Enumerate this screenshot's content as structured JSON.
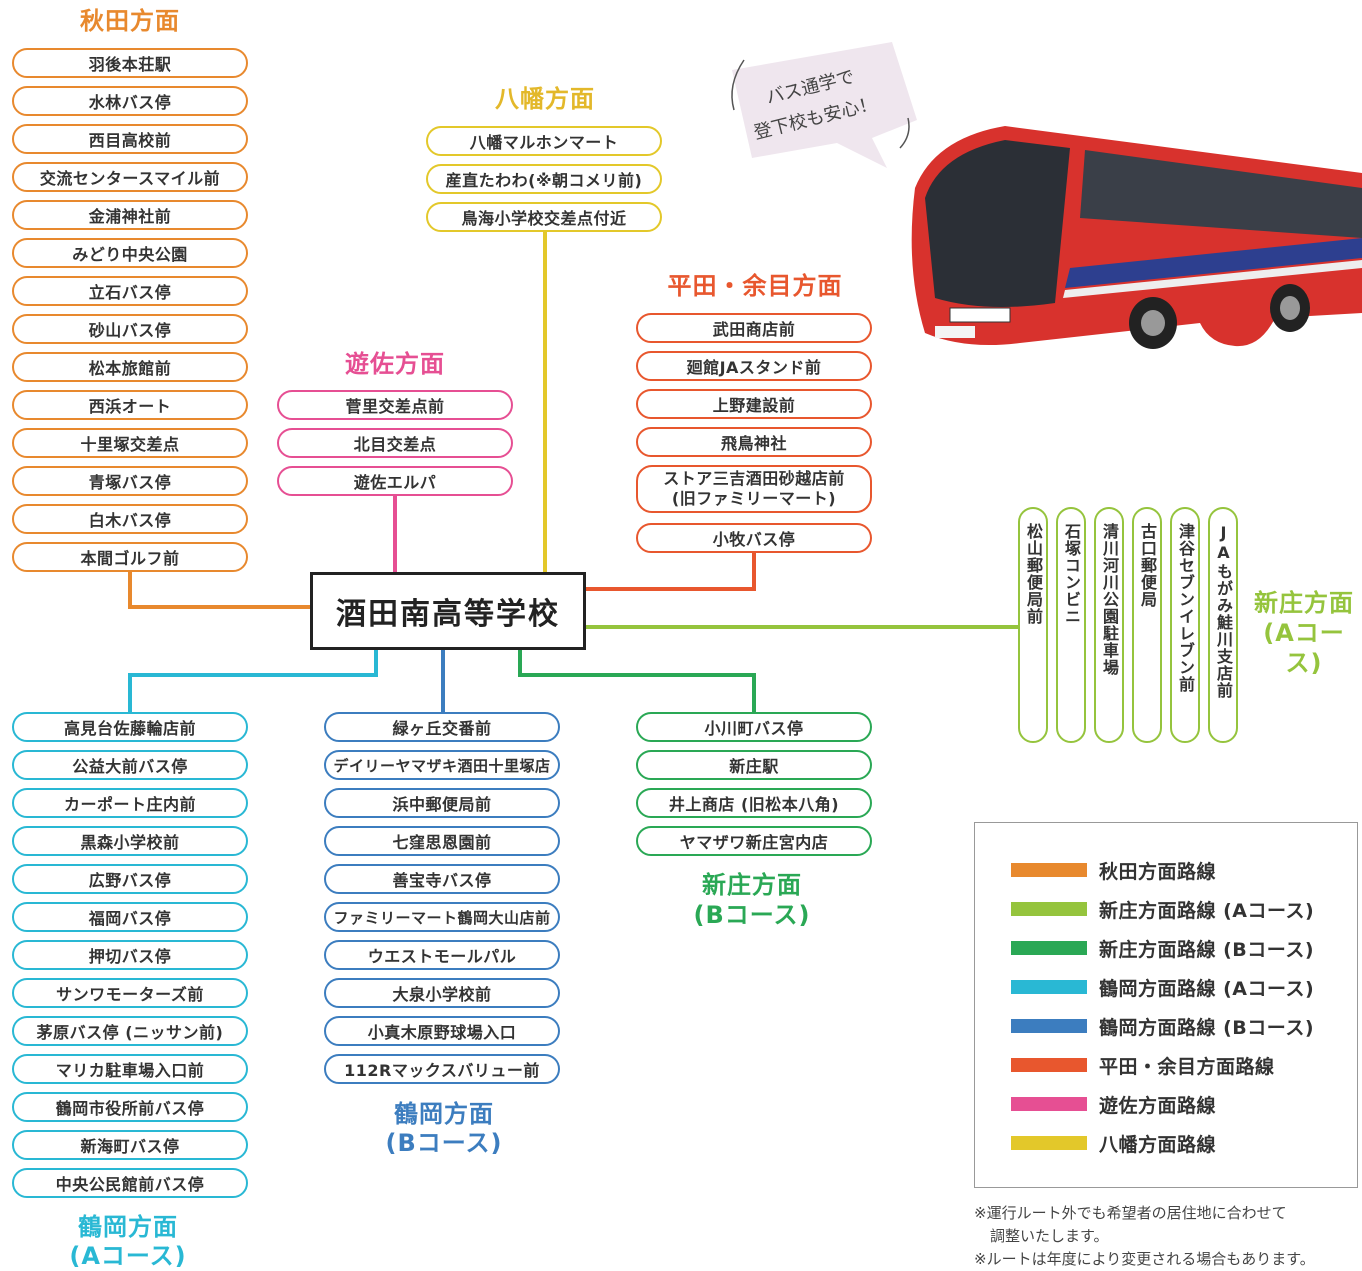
{
  "colors": {
    "akita": "#e8892e",
    "shinjo_a": "#95c43d",
    "shinjo_b": "#2aa855",
    "tsuruoka_a": "#29b8d4",
    "tsuruoka_b": "#3c7dbf",
    "hirata": "#e8572e",
    "yuza": "#e64f93",
    "yawata": "#e3c82a"
  },
  "school": "酒田南高等学校",
  "bubble": {
    "line1": "バス通学で",
    "line2": "登下校も安心！"
  },
  "routes": {
    "akita": {
      "heading": "秋田方面",
      "stops": [
        "羽後本荘駅",
        "水林バス停",
        "西目高校前",
        "交流センタースマイル前",
        "金浦神社前",
        "みどり中央公園",
        "立石バス停",
        "砂山バス停",
        "松本旅館前",
        "西浜オート",
        "十里塚交差点",
        "青塚バス停",
        "白木バス停",
        "本間ゴルフ前"
      ]
    },
    "yawata": {
      "heading": "八幡方面",
      "stops": [
        "八幡マルホンマート",
        "産直たわわ(※朝コメリ前)",
        "鳥海小学校交差点付近"
      ]
    },
    "yuza": {
      "heading": "遊佐方面",
      "stops": [
        "菅里交差点前",
        "北目交差点",
        "遊佐エルパ"
      ]
    },
    "hirata": {
      "heading": "平田・余目方面",
      "stops": [
        "武田商店前",
        "廻館JAスタンド前",
        "上野建設前",
        "飛鳥神社",
        "ストア三吉酒田砂越店前",
        "(旧ファミリーマート)",
        "小牧バス停"
      ]
    },
    "shinjo_a": {
      "heading1": "新庄方面",
      "heading2": "(Aコース)",
      "stops": [
        "松山郵便局前",
        "石塚コンビニ",
        "清川河川公園駐車場",
        "古口郵便局",
        "津谷セブンイレブン前",
        "JAもがみ鮭川支店前"
      ]
    },
    "tsuruoka_a": {
      "heading1": "鶴岡方面",
      "heading2": "(Aコース)",
      "stops": [
        "高見台佐藤輪店前",
        "公益大前バス停",
        "カーポート庄内前",
        "黒森小学校前",
        "広野バス停",
        "福岡バス停",
        "押切バス停",
        "サンワモーターズ前",
        "茅原バス停 (ニッサン前)",
        "マリカ駐車場入口前",
        "鶴岡市役所前バス停",
        "新海町バス停",
        "中央公民館前バス停"
      ]
    },
    "tsuruoka_b": {
      "heading1": "鶴岡方面",
      "heading2": "(Bコース)",
      "stops": [
        "緑ヶ丘交番前",
        "デイリーヤマザキ酒田十里塚店",
        "浜中郵便局前",
        "七窪思恩園前",
        "善宝寺バス停",
        "ファミリーマート鶴岡大山店前",
        "ウエストモールパル",
        "大泉小学校前",
        "小真木原野球場入口",
        "112Rマックスバリュー前"
      ]
    },
    "shinjo_b": {
      "heading1": "新庄方面",
      "heading2": "(Bコース)",
      "stops": [
        "小川町バス停",
        "新庄駅",
        "井上商店 (旧松本八角)",
        "ヤマザワ新庄宮内店"
      ]
    }
  },
  "legend": [
    {
      "label": "秋田方面路線",
      "color": "#e8892e"
    },
    {
      "label": "新庄方面路線 (Aコース)",
      "color": "#95c43d"
    },
    {
      "label": "新庄方面路線 (Bコース)",
      "color": "#2aa855"
    },
    {
      "label": "鶴岡方面路線 (Aコース)",
      "color": "#29b8d4"
    },
    {
      "label": "鶴岡方面路線 (Bコース)",
      "color": "#3c7dbf"
    },
    {
      "label": "平田・余目方面路線",
      "color": "#e8572e"
    },
    {
      "label": "遊佐方面路線",
      "color": "#e64f93"
    },
    {
      "label": "八幡方面路線",
      "color": "#e3c82a"
    }
  ],
  "notes": [
    "※運行ルート外でも希望者の居住地に合わせて",
    "調整いたします。",
    "※ルートは年度により変更される場合もあります。"
  ]
}
